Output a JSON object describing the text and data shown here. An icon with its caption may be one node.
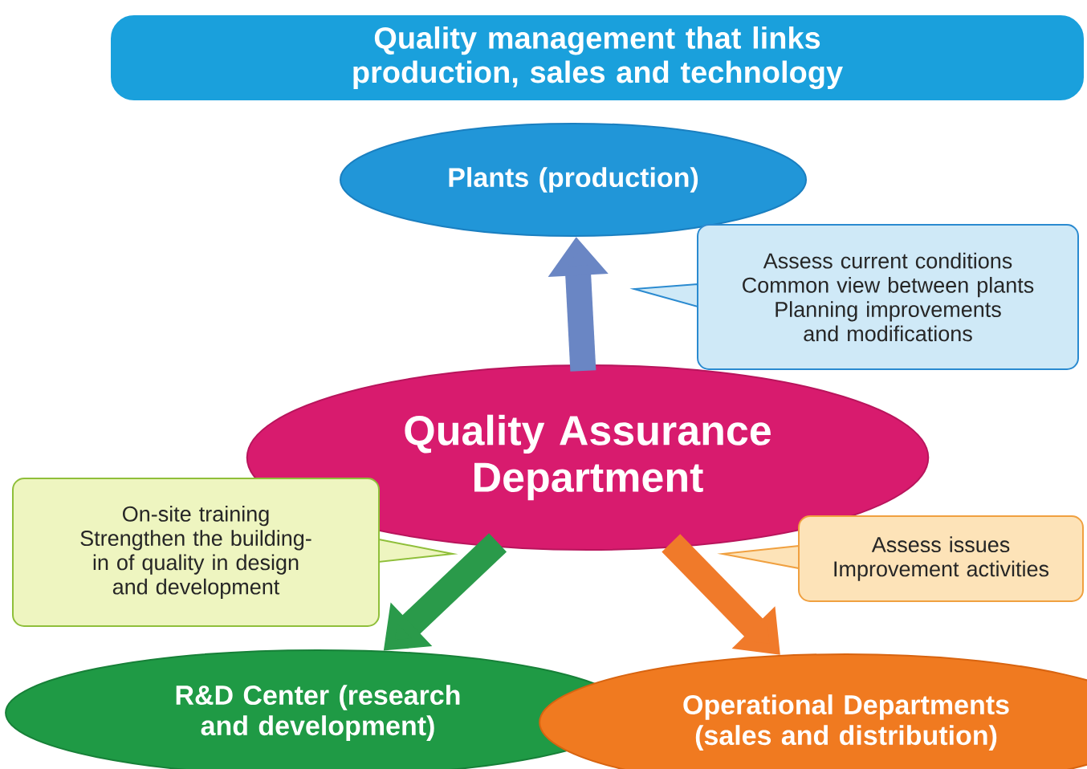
{
  "diagram": {
    "nodes": [
      {
        "text": [
          "Quality management that links production, sales and technology"
        ]
      },
      {
        "text": [
          "Plants (production)"
        ]
      },
      {
        "text": [
          "Assess current conditions",
          "Common view between plants",
          "Planning improvements and modifications"
        ]
      },
      {
        "text": [
          "Quality Assurance Department"
        ]
      },
      {
        "text": [
          "On-site training",
          "Strengthen the building-in of quality in design and development"
        ]
      },
      {
        "text": [
          "Assess issues",
          "Improvement activities"
        ]
      },
      {
        "text": [
          "R&D Center (research and development)"
        ]
      },
      {
        "text": [
          "Operational Departments (sales and distribution)"
        ]
      }
    ],
    "edges": [
      {
        "from": 3,
        "to": 1,
        "arrow": "to",
        "color": "#6a86c4"
      },
      {
        "from": 3,
        "to": 6,
        "arrow": "to",
        "color": "#2a9a4a"
      },
      {
        "from": 3,
        "to": 7,
        "arrow": "to",
        "color": "#f07a2a"
      }
    ]
  }
}
